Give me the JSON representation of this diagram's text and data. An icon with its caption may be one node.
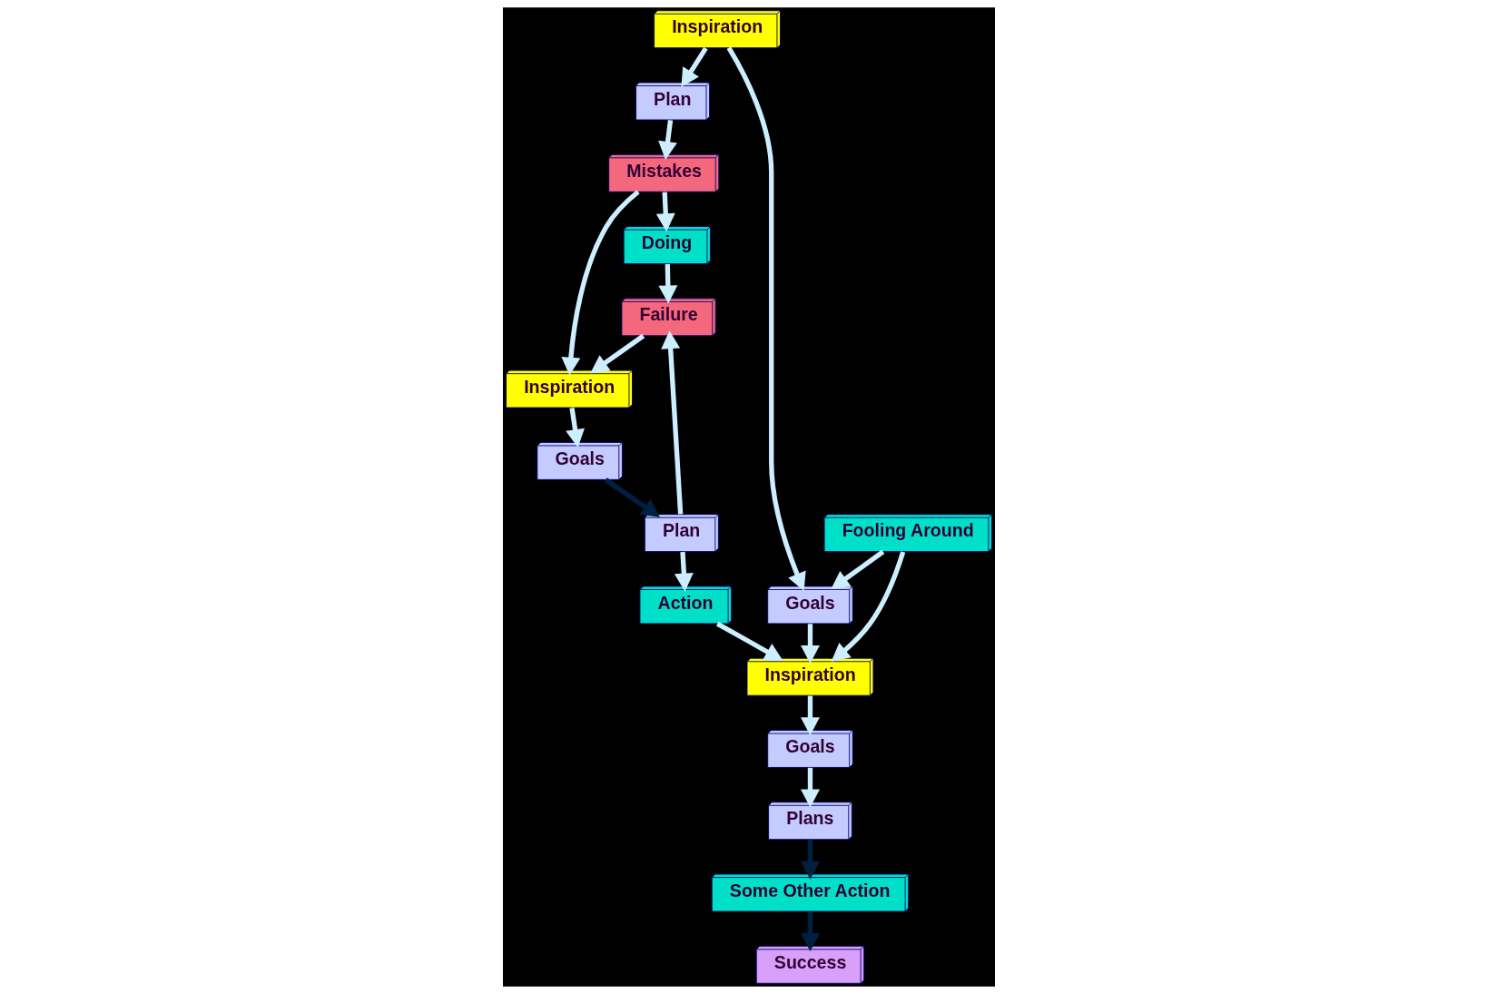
{
  "diagram": {
    "nodes": [
      {
        "text": [
          "Inspiration"
        ]
      },
      {
        "text": [
          "Goals"
        ]
      },
      {
        "text": [
          "Inspiration"
        ]
      },
      {
        "text": [
          "Plan"
        ]
      },
      {
        "text": [
          "Fooling Around"
        ]
      },
      {
        "text": [
          "Action"
        ]
      },
      {
        "text": [
          "Goals"
        ]
      },
      {
        "text": [
          "Mistakes"
        ]
      },
      {
        "text": [
          "Doing"
        ]
      },
      {
        "text": [
          "Plan"
        ]
      },
      {
        "text": [
          "Plans"
        ]
      },
      {
        "text": [
          "Failure"
        ]
      },
      {
        "text": [
          "Goals"
        ]
      },
      {
        "text": [
          "Some Other Action"
        ]
      },
      {
        "text": [
          "Inspiration"
        ]
      },
      {
        "text": [
          "Success"
        ]
      }
    ],
    "edges": [
      {
        "from": 0,
        "to": 1,
        "arrow": "to"
      },
      {
        "from": 1,
        "to": 2,
        "arrow": "to"
      },
      {
        "from": 2,
        "to": 6,
        "arrow": "to"
      },
      {
        "from": 0,
        "to": 3,
        "arrow": "to"
      },
      {
        "from": 4,
        "to": 1,
        "arrow": "to"
      },
      {
        "from": 4,
        "to": 2,
        "arrow": "to"
      },
      {
        "from": 5,
        "to": 2,
        "arrow": "to"
      },
      {
        "from": 3,
        "to": 7,
        "arrow": "to"
      },
      {
        "from": 6,
        "to": 10,
        "arrow": "to"
      },
      {
        "from": 9,
        "to": 5,
        "arrow": "to"
      },
      {
        "from": 7,
        "to": 8,
        "arrow": "to"
      },
      {
        "from": 9,
        "to": 11,
        "arrow": "to"
      },
      {
        "from": 10,
        "to": 13,
        "arrow": "to",
        "color": "#002040"
      },
      {
        "from": 8,
        "to": 11,
        "arrow": "to"
      },
      {
        "from": 12,
        "to": 9,
        "arrow": "to",
        "color": "#002040"
      },
      {
        "from": 7,
        "to": 14,
        "arrow": "to"
      },
      {
        "from": 11,
        "to": 14,
        "arrow": "to"
      },
      {
        "from": 14,
        "to": 12,
        "arrow": "to"
      },
      {
        "from": 13,
        "to": 15,
        "arrow": "to",
        "color": "#002040"
      }
    ]
  }
}
